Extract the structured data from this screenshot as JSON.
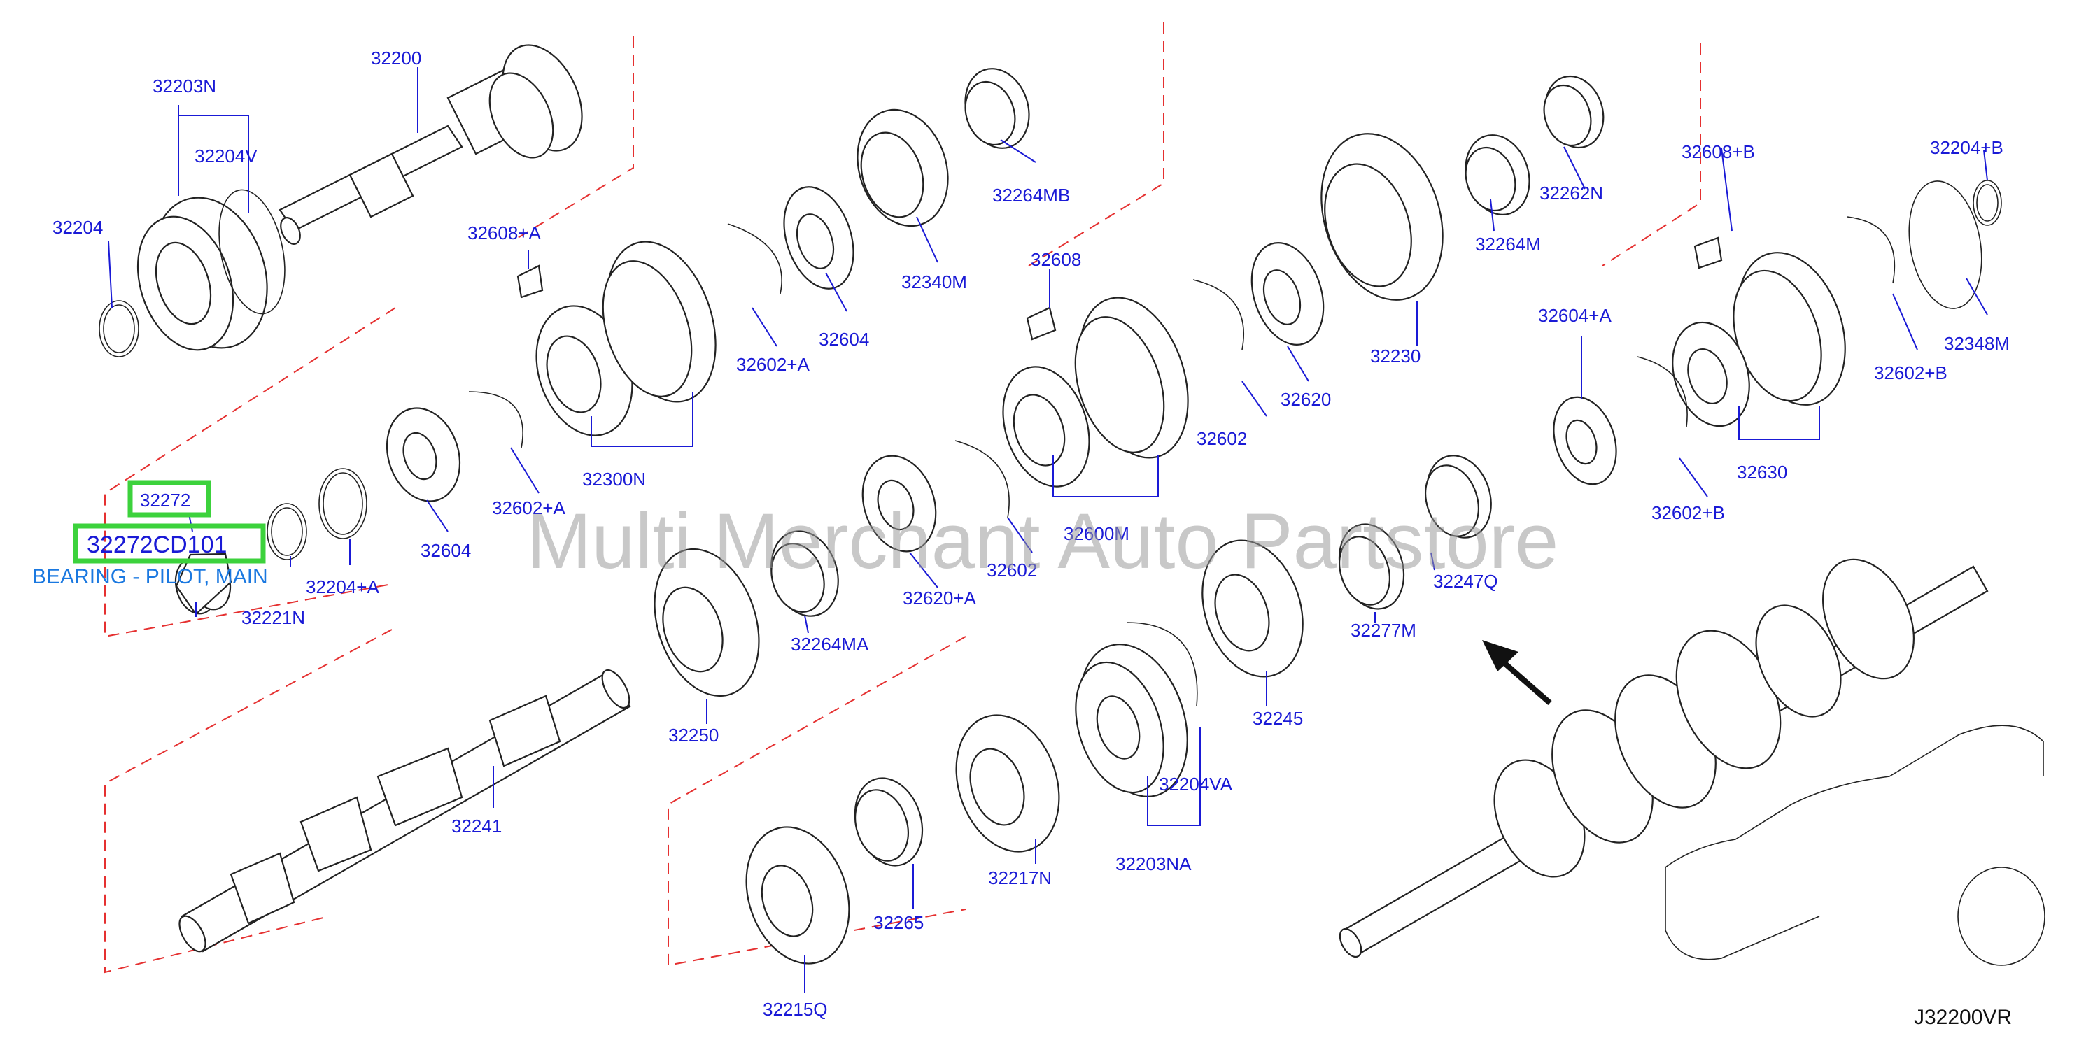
{
  "diagram": {
    "code": "J32200VR",
    "watermark": "Multi Merchant Auto Partstore",
    "description": "BEARING - PILOT, MAIN",
    "highlighted": [
      "32272",
      "32272CD101"
    ],
    "callouts": [
      "32200",
      "32203N",
      "32204V",
      "32204",
      "32608+A",
      "32264MB",
      "32340M",
      "32604",
      "32602+A",
      "32300N",
      "32602+A",
      "32604",
      "32272",
      "32272CD101",
      "32221N",
      "32204+A",
      "32608",
      "32262N",
      "32264M",
      "32230",
      "32620",
      "32602",
      "32600M",
      "32620+A",
      "32602",
      "32264MA",
      "32250",
      "32241",
      "32608+B",
      "32204+B",
      "32604+A",
      "32602+B",
      "32348M",
      "32630",
      "32602+B",
      "32247Q",
      "32277M",
      "32245",
      "32204VA",
      "32203NA",
      "32217N",
      "32265",
      "32215Q"
    ]
  }
}
